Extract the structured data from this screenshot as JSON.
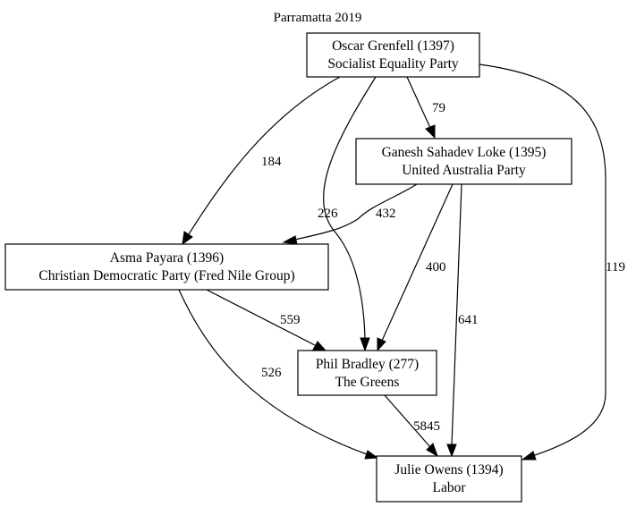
{
  "title": "Parramatta 2019",
  "colors": {
    "line": "#000000",
    "node_fill": "#ffffff",
    "background": "#ffffff"
  },
  "nodes": {
    "oscar": {
      "name": "Oscar Grenfell (1397)",
      "party": "Socialist Equality Party"
    },
    "ganesh": {
      "name": "Ganesh Sahadev Loke (1395)",
      "party": "United Australia Party"
    },
    "asma": {
      "name": "Asma Payara (1396)",
      "party": "Christian Democratic Party (Fred Nile Group)"
    },
    "phil": {
      "name": "Phil Bradley (277)",
      "party": "The Greens"
    },
    "julie": {
      "name": "Julie Owens (1394)",
      "party": "Labor"
    }
  },
  "edges": [
    {
      "from": "oscar",
      "to": "ganesh",
      "label": "79"
    },
    {
      "from": "oscar",
      "to": "asma",
      "label": "184"
    },
    {
      "from": "oscar",
      "to": "phil",
      "label": "226"
    },
    {
      "from": "oscar",
      "to": "julie",
      "label": "119"
    },
    {
      "from": "ganesh",
      "to": "asma",
      "label": "432"
    },
    {
      "from": "ganesh",
      "to": "phil",
      "label": "400"
    },
    {
      "from": "ganesh",
      "to": "julie",
      "label": "641"
    },
    {
      "from": "asma",
      "to": "phil",
      "label": "559"
    },
    {
      "from": "asma",
      "to": "julie",
      "label": "526"
    },
    {
      "from": "phil",
      "to": "julie",
      "label": "5845"
    }
  ]
}
